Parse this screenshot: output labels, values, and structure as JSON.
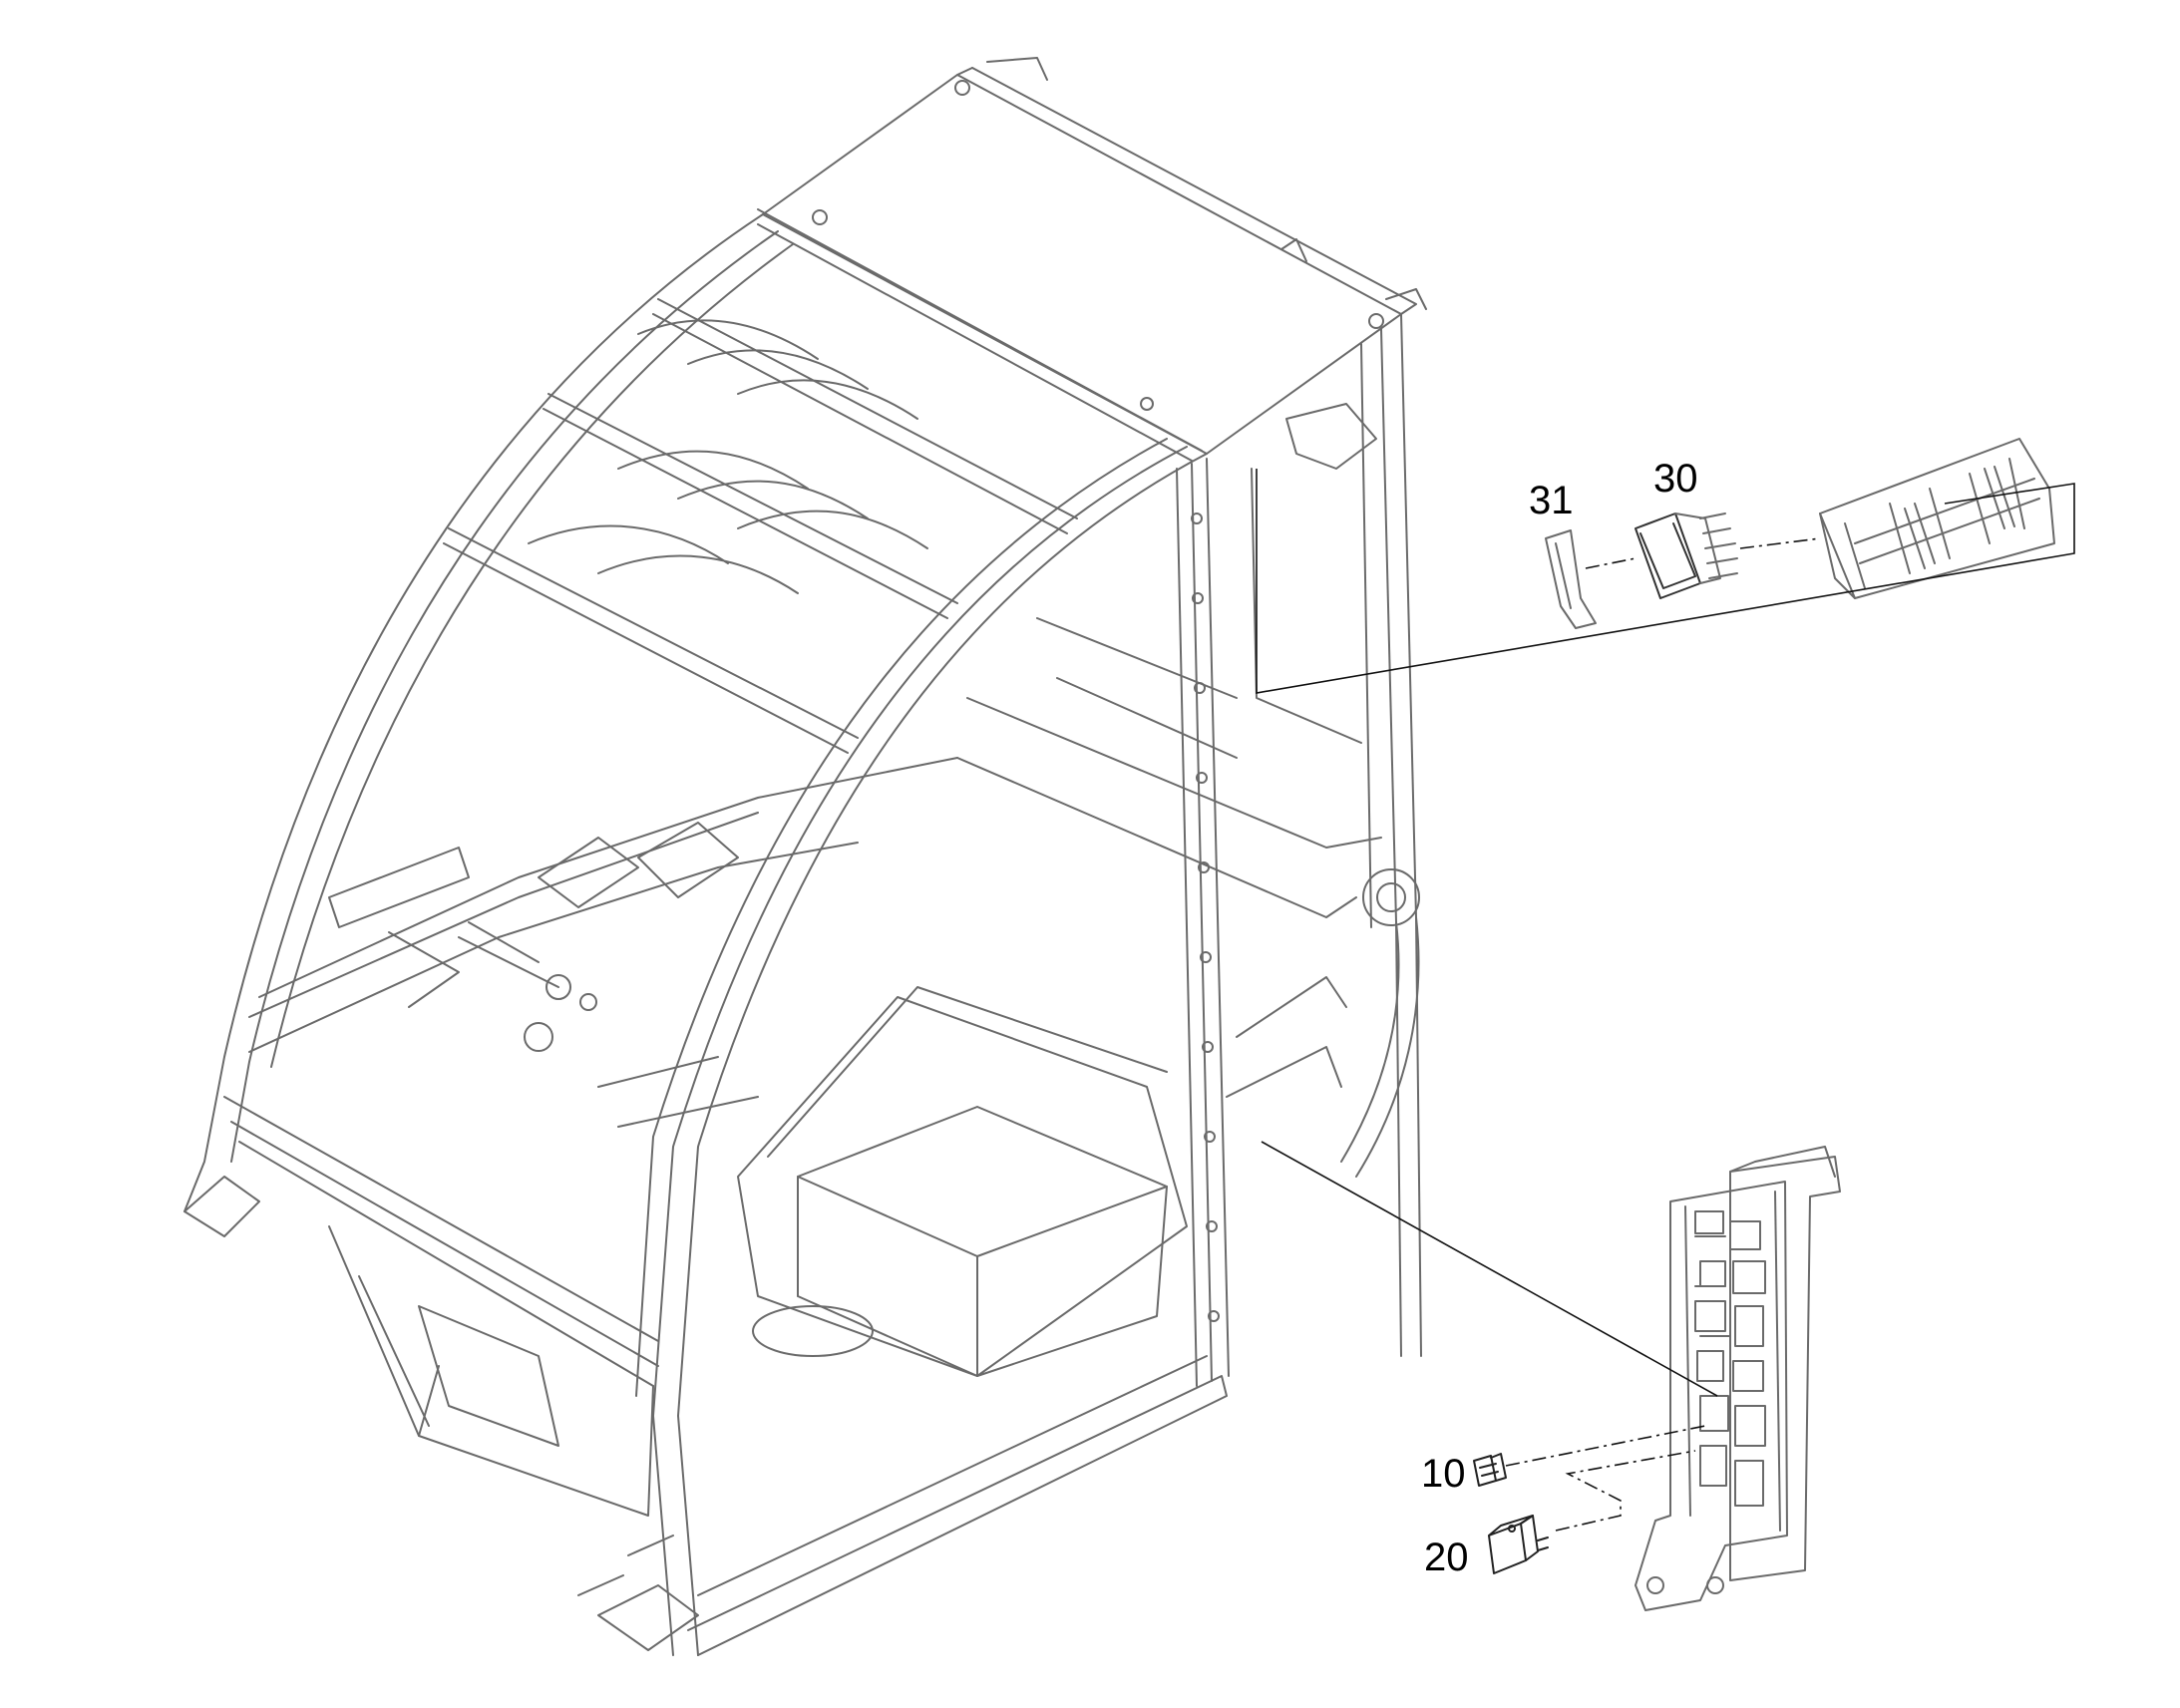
{
  "diagram": {
    "callouts": [
      {
        "id": "31",
        "label": "31"
      },
      {
        "id": "30",
        "label": "30"
      },
      {
        "id": "10",
        "label": "10"
      },
      {
        "id": "20",
        "label": "20"
      }
    ],
    "colors": {
      "drawing_line": "#555555",
      "leader_line": "#000000",
      "background": "#ffffff"
    }
  }
}
